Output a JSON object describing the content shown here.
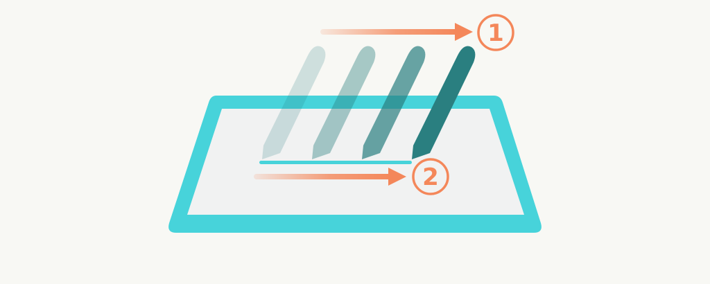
{
  "diagram": {
    "colors": {
      "background": "#f8f8f4",
      "tablet_frame": "#47d3da",
      "tablet_screen": "#f1f2f2",
      "stroke_line": "#47d3da",
      "arrow": "#f4875a",
      "pen": "#2a7f80"
    },
    "pen_opacities": [
      0.2,
      0.4,
      0.7,
      1.0
    ],
    "labels": {
      "step_1": "1",
      "step_2": "2"
    }
  }
}
